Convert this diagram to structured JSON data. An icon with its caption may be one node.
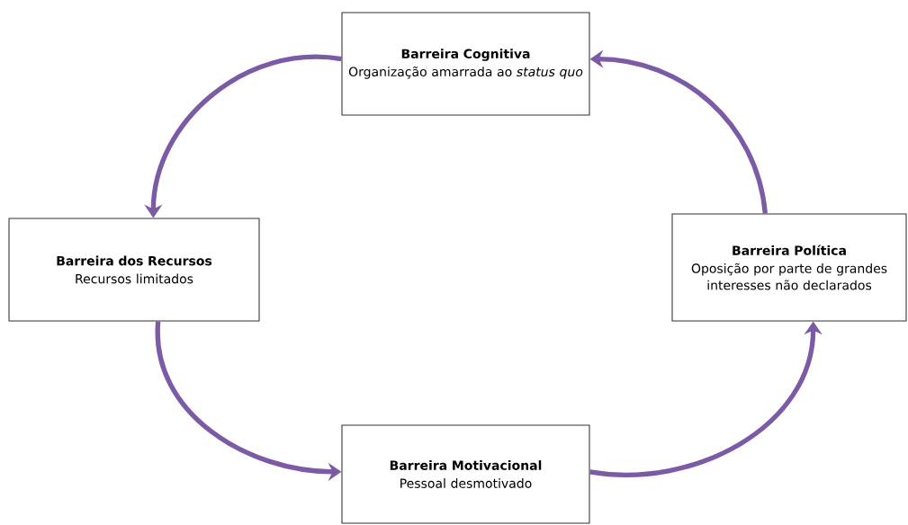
{
  "diagram": {
    "nodes": [
      {
        "text": [
          "Barreira Cognitiva",
          "Organização amarrada ao *status quo*"
        ]
      },
      {
        "text": [
          "Barreira dos Recursos",
          "Recursos limitados"
        ]
      },
      {
        "text": [
          "Barreira Política",
          "Oposição por parte de grandes interesses não declarados"
        ]
      },
      {
        "text": [
          "Barreira Motivacional",
          "Pessoal desmotivado"
        ]
      }
    ],
    "edges": [
      {
        "from": 0,
        "to": 1,
        "arrow": "to",
        "color": "#7b5aa6"
      },
      {
        "from": 1,
        "to": 3,
        "arrow": "to",
        "color": "#7b5aa6"
      },
      {
        "from": 3,
        "to": 2,
        "arrow": "to",
        "color": "#7b5aa6"
      },
      {
        "from": 2,
        "to": 0,
        "arrow": "to",
        "color": "#7b5aa6"
      }
    ]
  }
}
